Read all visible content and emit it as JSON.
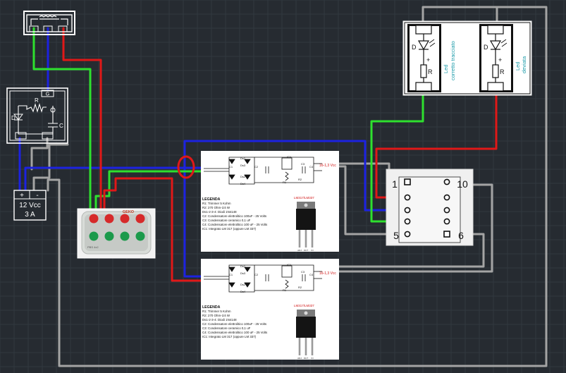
{
  "power_supply": {
    "plus": "+",
    "minus": "-",
    "voltage": "12 Vcc",
    "current": "3 A"
  },
  "blocking_module": {
    "diode_label": "D",
    "resistor_label": "R",
    "capacitor_label": "C",
    "pin_label": "G"
  },
  "push_button_box": {
    "brand": "GEKO",
    "model": "PBS 4x2"
  },
  "led_panel": {
    "led_left": {
      "line1": "Led",
      "line2": "corretto tracciato",
      "diode_label": "D",
      "resistor_label": "R",
      "plus": "+"
    },
    "led_right": {
      "line1": "Led",
      "line2": "deviata",
      "diode_label": "D",
      "resistor_label": "R",
      "plus": "+"
    }
  },
  "regulator_boards": [
    {
      "output_label": "16-1,3 Vcc",
      "part_labels": [
        "Ds1",
        "Ds2",
        "Ds3",
        "Ds4",
        "C1",
        "C2",
        "IC1",
        "R1",
        "R2",
        "C3",
        "C4"
      ],
      "legend": [
        "LEGENDA",
        "R1: Trimmer 5 Kohm",
        "R2: 270 Ohm-1/4 W",
        "Ds1-2-3-4: Diodi 1N4148",
        "C2: Condensatore elettrolitico 100uF - 25 Volts",
        "C3: Condensatore ceramico 0,1 uF",
        "C4: Condensatore elettrolitico 100 uF - 25 Volts",
        "IC1: Integrato LM 317 (oppure LM 337)"
      ],
      "ic_label": "LM317/LM337",
      "pin_labels": [
        "ADJ",
        "OUT",
        "IN"
      ]
    },
    {
      "output_label": "16-1,3 Vcc",
      "part_labels": [
        "Ds1",
        "Ds2",
        "Ds3",
        "Ds4",
        "C1",
        "C2",
        "IC1",
        "R1",
        "R2",
        "C3",
        "C4"
      ],
      "legend": [
        "LEGENDA",
        "R1: Trimmer 5 Kohm",
        "R2: 270 Ohm-1/4 W",
        "Ds1-2-3-4: Diodi 1N4148",
        "C2: Condensatore elettrolitico 100uF - 25 Volts",
        "C3: Condensatore ceramico 0,1 uF",
        "C4: Condensatore elettrolitico 100 uF - 25 Volts",
        "IC1: Integrato LM 317 (oppure LM 337)"
      ],
      "ic_label": "LM317/LM337",
      "pin_labels": [
        "ADJ",
        "OUT",
        "IN"
      ]
    }
  ],
  "switch_block": {
    "pin_1": "1",
    "pin_10": "10",
    "pin_5": "5",
    "pin_6": "6"
  },
  "colors": {
    "background": "#262b31",
    "grid": "#313840",
    "wire_red": "#e01818",
    "wire_green": "#2ee02e",
    "wire_blue": "#1c22e0",
    "wire_grey": "#a4a4a4",
    "highlight": "#e01818"
  }
}
